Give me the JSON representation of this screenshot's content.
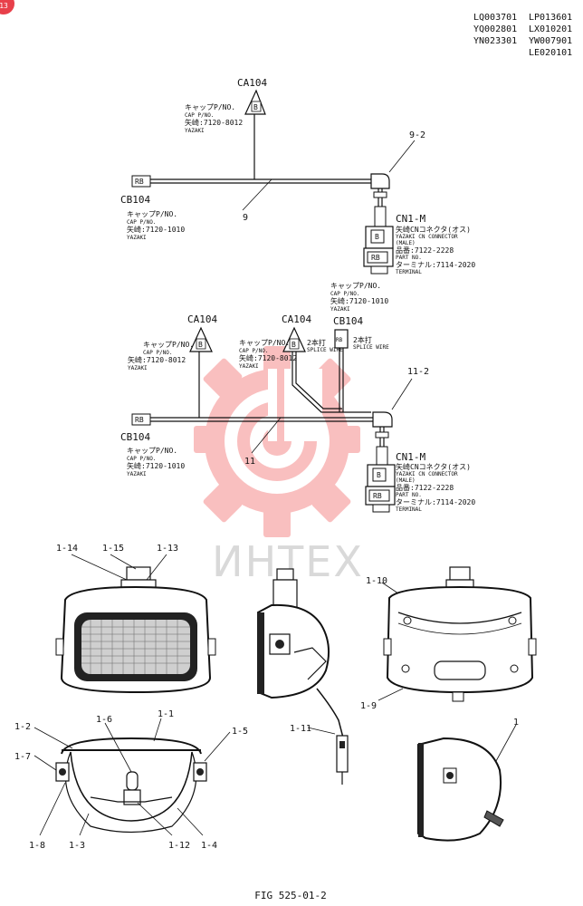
{
  "corner_badge": "13",
  "model_codes": {
    "col1": [
      "LQ003701",
      "YQ002801",
      "YN023301"
    ],
    "col2": [
      "LP013601",
      "LX010201",
      "YW007901",
      "LE020101"
    ]
  },
  "watermark": "ИНТЕХ",
  "harness_top": {
    "ca_label": "CA104",
    "ca_letter": "B",
    "ca_cap_jp": "キャップP/NO.",
    "ca_cap_en": "CAP P/NO.",
    "ca_pn": "矢崎:7120-8012",
    "ca_maker": "YAZAKI",
    "cb_label": "CB104",
    "cb_letters": "RB",
    "cb_cap_jp": "キャップP/NO.",
    "cb_cap_en": "CAP P/NO.",
    "cb_pn": "矢崎:7120-1010",
    "cb_maker": "YAZAKI",
    "wire_ref": "9",
    "elbow_ref": "9-2",
    "cn_label": "CN1-M",
    "cn_jp": "矢崎CNコネクタ(オス)",
    "cn_en": "YAZAKI CN CONNECTOR",
    "cn_male": "(MALE)",
    "cn_pn": "品番:7122-2228",
    "cn_part": "PART NO.",
    "cn_term": "ターミナル:7114-2020",
    "cn_term_en": "TERMINAL",
    "box_b": "B",
    "box_rb": "RB"
  },
  "harness_bottom": {
    "ca1_label": "CA104",
    "ca1_letter": "B",
    "ca1_cap_jp": "キャップP/NO.",
    "ca1_cap_en": "CAP P/NO.",
    "ca1_pn": "矢崎:7120-8012",
    "ca1_maker": "YAZAKI",
    "ca2_label": "CA104",
    "ca2_letter": "B",
    "ca2_cap_jp": "キャップP/NO.",
    "ca2_cap_en": "CAP P/NO.",
    "ca2_pn": "矢崎:7120-8012",
    "ca2_maker": "YAZAKI",
    "ca2_splice": "2本打",
    "ca2_splice_en": "SPLICE WIRE",
    "cb_top_label": "CB104",
    "cb_top_letters": "RB",
    "cb_top_cap_jp": "キャップP/NO.",
    "cb_top_cap_en": "CAP P/NO.",
    "cb_top_pn": "矢崎:7120-1010",
    "cb_top_maker": "YAZAKI",
    "cb_top_splice": "2本打",
    "cb_top_splice_en": "SPLICE WIRE",
    "cb_label": "CB104",
    "cb_letters": "RB",
    "cb_cap_jp": "キャップP/NO.",
    "cb_cap_en": "CAP P/NO.",
    "cb_pn": "矢崎:7120-1010",
    "cb_maker": "YAZAKI",
    "wire_ref": "11",
    "elbow_ref": "11-2",
    "cn_label": "CN1-M",
    "cn_jp": "矢崎CNコネクタ(オス)",
    "cn_en": "YAZAKI CN CONNECTOR",
    "cn_male": "(MALE)",
    "cn_pn": "品番:7122-2228",
    "cn_part": "PART NO.",
    "cn_term": "ターミナル:7114-2020",
    "cn_term_en": "TERMINAL",
    "box_b": "B",
    "box_rb": "RB"
  },
  "callouts": {
    "c1_14": "1-14",
    "c1_15": "1-15",
    "c1_13": "1-13",
    "c1_10": "1-10",
    "c1_9": "1-9",
    "c1_11": "1-11",
    "c1_2": "1-2",
    "c1_6": "1-6",
    "c1_1": "1-1",
    "c1_5": "1-5",
    "c1_7": "1-7",
    "c1_8": "1-8",
    "c1_3": "1-3",
    "c1_12": "1-12",
    "c1_4": "1-4",
    "c1": "1"
  },
  "figure_caption": "FIG 525-01-2"
}
